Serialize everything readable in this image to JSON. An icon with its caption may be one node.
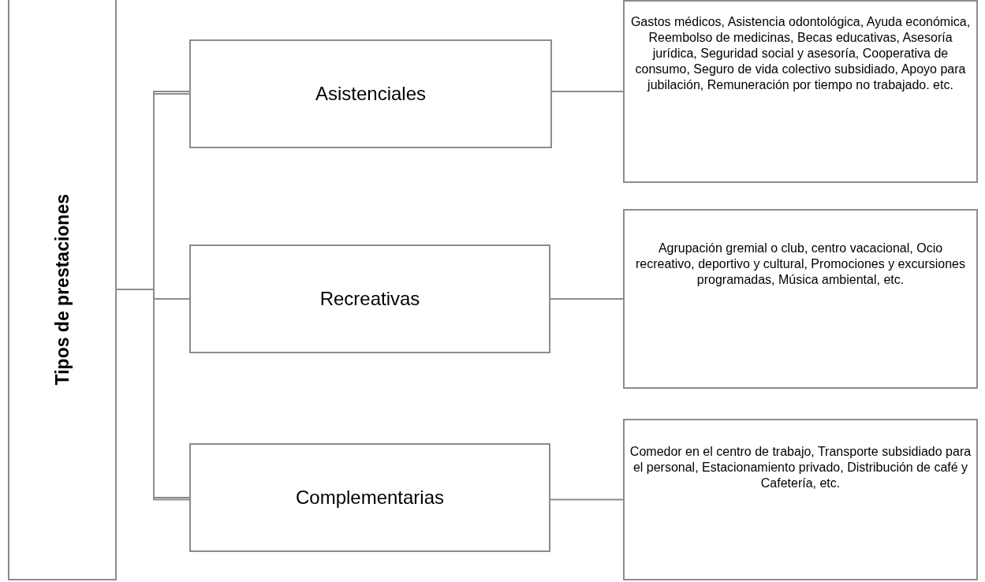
{
  "diagram": {
    "nodes": [
      {
        "text": [
          "Tipos de prestaciones"
        ]
      },
      {
        "text": [
          "Asistenciales"
        ]
      },
      {
        "text": [
          "Gastos médicos, Asistencia odontológica, Ayuda económica, Reembolso de medicinas, Becas educativas, Asesoría jurídica, Seguridad social y asesoría, Cooperativa de consumo, Seguro de vida colectivo subsidiado, Apoyo para jubilación, Remuneración por tiempo no trabajado. etc."
        ]
      },
      {
        "text": [
          "Recreativas"
        ]
      },
      {
        "text": [
          "Agrupación gremial o club, centro vacacional, Ocio recreativo, deportivo y cultural, Promociones y excursiones programadas, Música ambiental, etc."
        ]
      },
      {
        "text": [
          "Complementarias"
        ]
      },
      {
        "text": [
          "Comedor en el centro de trabajo, Transporte subsidiado para el personal, Estacionamiento privado, Distribución de café y Cafetería, etc."
        ]
      }
    ],
    "edges": [
      {
        "from": 0,
        "to": 1,
        "arrow": "none"
      },
      {
        "from": 0,
        "to": 3,
        "arrow": "none"
      },
      {
        "from": 0,
        "to": 5,
        "arrow": "none"
      },
      {
        "from": 1,
        "to": 2,
        "arrow": "none"
      },
      {
        "from": 3,
        "to": 4,
        "arrow": "none"
      },
      {
        "from": 5,
        "to": 6,
        "arrow": "none"
      }
    ]
  }
}
